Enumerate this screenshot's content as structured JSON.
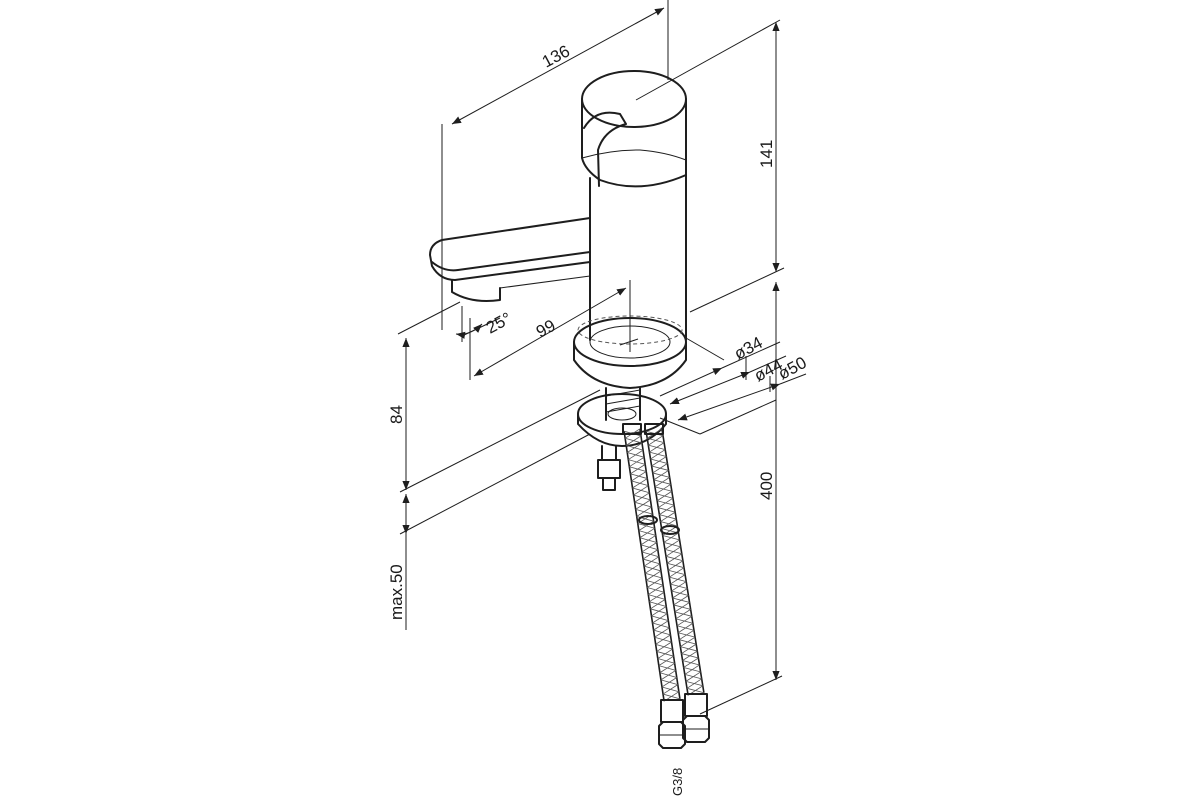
{
  "dimensions": {
    "overall_length": "136",
    "height_top": "141",
    "spout_reach": "99",
    "spout_angle": "25°",
    "spout_height": "84",
    "max_thickness": "max.50",
    "hose_length": "400",
    "dia_inner": "ø34",
    "dia_mid": "ø44",
    "dia_outer": "ø50",
    "thread": "G3/8"
  }
}
